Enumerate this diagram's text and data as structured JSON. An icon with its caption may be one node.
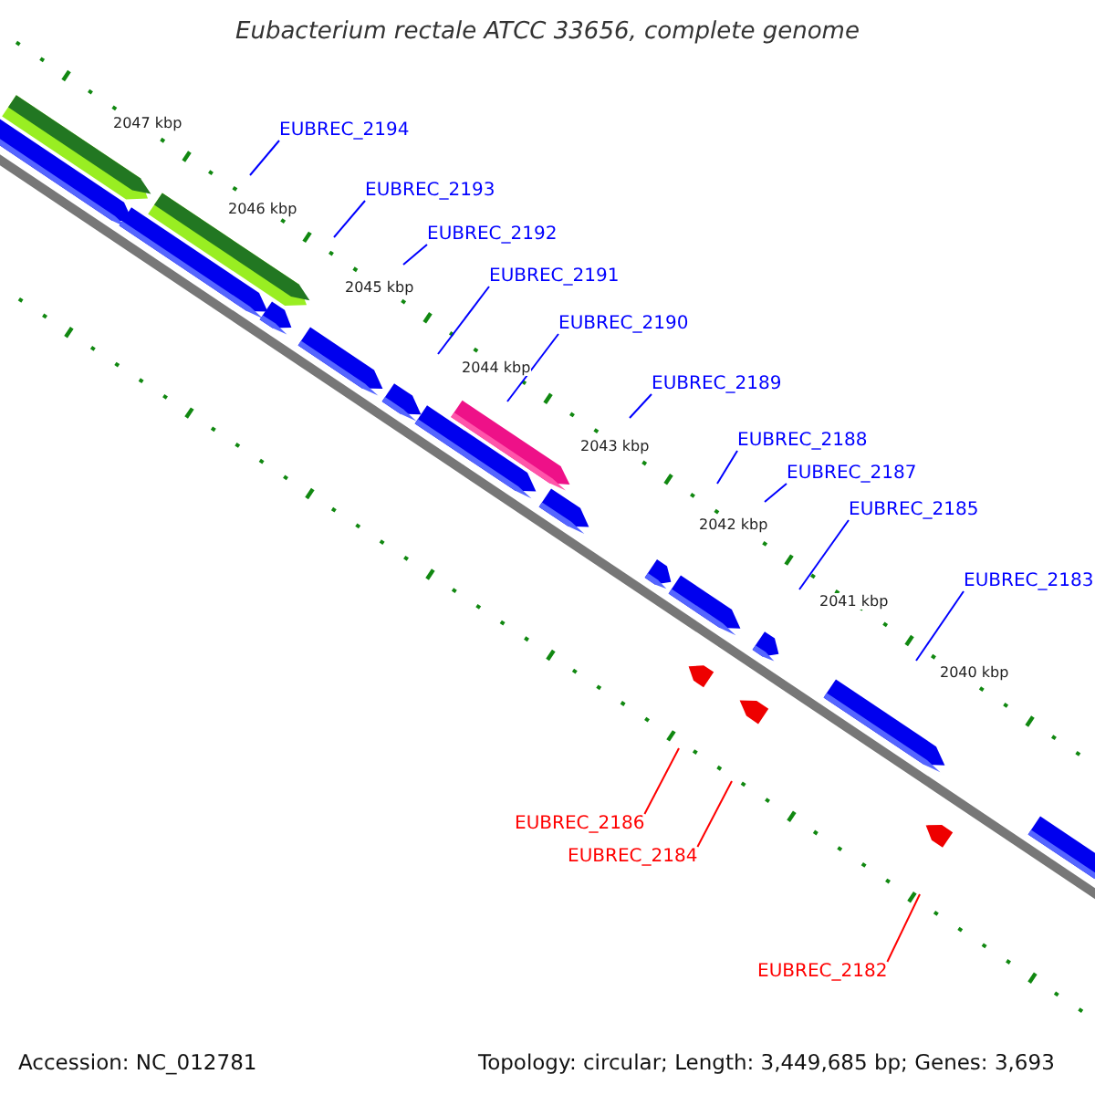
{
  "diagram": {
    "title": "Eubacterium rectale ATCC 33656, complete genome",
    "nodes": [
      {
        "text": [
          "EUBREC_2194"
        ]
      },
      {
        "text": [
          "EUBREC_2193"
        ]
      },
      {
        "text": [
          "EUBREC_2192"
        ]
      },
      {
        "text": [
          "EUBREC_2191"
        ]
      },
      {
        "text": [
          "EUBREC_2190"
        ]
      },
      {
        "text": [
          "EUBREC_2189"
        ]
      },
      {
        "text": [
          "EUBREC_2188"
        ]
      },
      {
        "text": [
          "EUBREC_2187"
        ]
      },
      {
        "text": [
          "EUBREC_2185"
        ]
      },
      {
        "text": [
          "EUBREC_2183"
        ]
      },
      {
        "text": [
          "EUBREC_2186"
        ]
      },
      {
        "text": [
          "EUBREC_2184"
        ]
      },
      {
        "text": [
          "EUBREC_2182"
        ]
      }
    ],
    "edges": [
      {
        "from": 0,
        "to": null,
        "arrow": "none"
      },
      {
        "from": 1,
        "to": null,
        "arrow": "none"
      },
      {
        "from": 2,
        "to": null,
        "arrow": "none"
      },
      {
        "from": 3,
        "to": null,
        "arrow": "none"
      },
      {
        "from": 4,
        "to": null,
        "arrow": "none"
      },
      {
        "from": 5,
        "to": null,
        "arrow": "none"
      },
      {
        "from": 6,
        "to": null,
        "arrow": "none"
      },
      {
        "from": 7,
        "to": null,
        "arrow": "none"
      },
      {
        "from": 8,
        "to": null,
        "arrow": "none"
      },
      {
        "from": 9,
        "to": null,
        "arrow": "none"
      },
      {
        "from": 10,
        "to": null,
        "arrow": "none",
        "color": "#ff0000"
      },
      {
        "from": 11,
        "to": null,
        "arrow": "none",
        "color": "#ff0000"
      },
      {
        "from": 12,
        "to": null,
        "arrow": "none",
        "color": "#ff0000"
      }
    ],
    "labels": [
      "2047 kbp",
      "2046 kbp",
      "2045 kbp",
      "2044 kbp",
      "2043 kbp",
      "2042 kbp",
      "2041 kbp",
      "2040 kbp",
      "Accession: NC_012781",
      "Topology: circular; Length: 3,449,685 bp; Genes: 3,693"
    ]
  }
}
